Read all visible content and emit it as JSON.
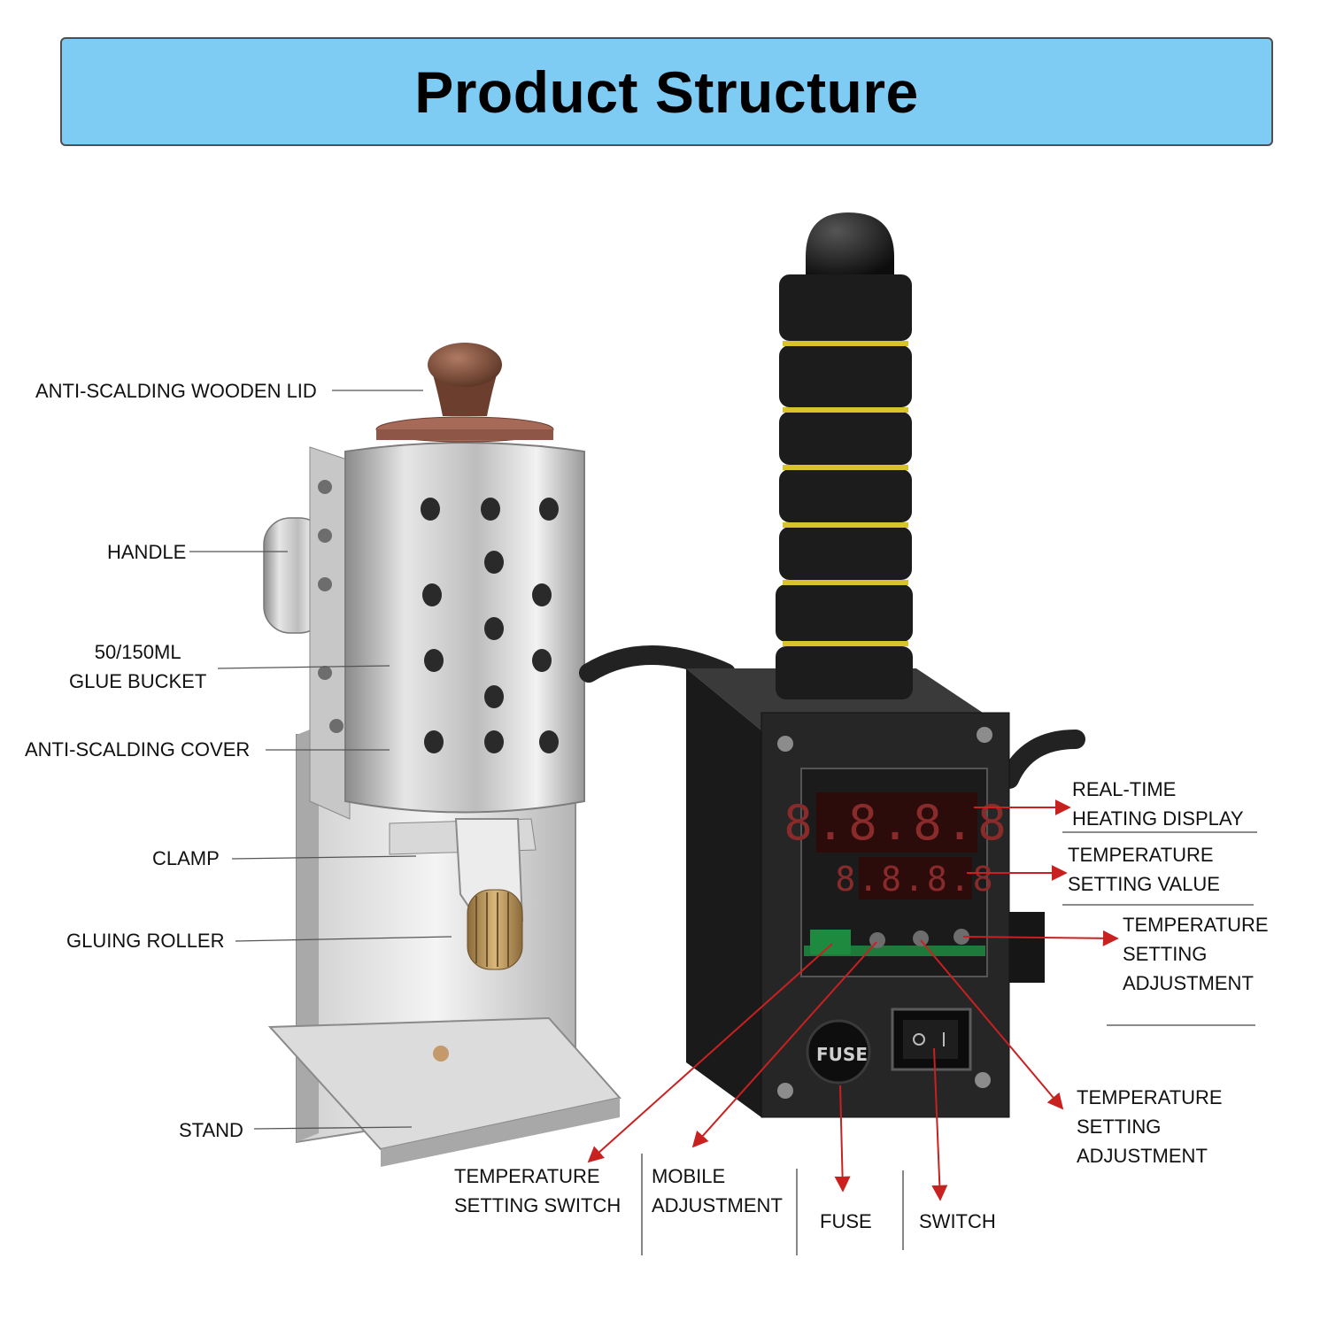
{
  "title": "Product Structure",
  "colors": {
    "banner": "#7ecbf3",
    "arrow": "#c92020",
    "leader": "#555555"
  },
  "device": {
    "fuse_cap_text": "FUSE"
  },
  "labels": {
    "lid": "ANTI-SCALDING WOODEN LID",
    "handle": "HANDLE",
    "bucket_line1": "50/150ML",
    "bucket_line2": "GLUE BUCKET",
    "cover": "ANTI-SCALDING COVER",
    "clamp": "CLAMP",
    "roller": "GLUING ROLLER",
    "stand": "STAND",
    "display_line1": "REAL-TIME",
    "display_line2": "HEATING DISPLAY",
    "setting_value_line1": "TEMPERATURE",
    "setting_value_line2": "SETTING VALUE",
    "adjust_right_line1": "TEMPERATURE",
    "adjust_right_line2": "SETTING",
    "adjust_right_line3": "ADJUSTMENT",
    "adjust_bottom_line1": "TEMPERATURE",
    "adjust_bottom_line2": "SETTING",
    "adjust_bottom_line3": "ADJUSTMENT",
    "switch_label_line1": "TEMPERATURE",
    "switch_label_line2": "SETTING SWITCH",
    "mobile_line1": "MOBILE",
    "mobile_line2": "ADJUSTMENT",
    "fuse": "FUSE",
    "power_switch": "SWITCH"
  }
}
